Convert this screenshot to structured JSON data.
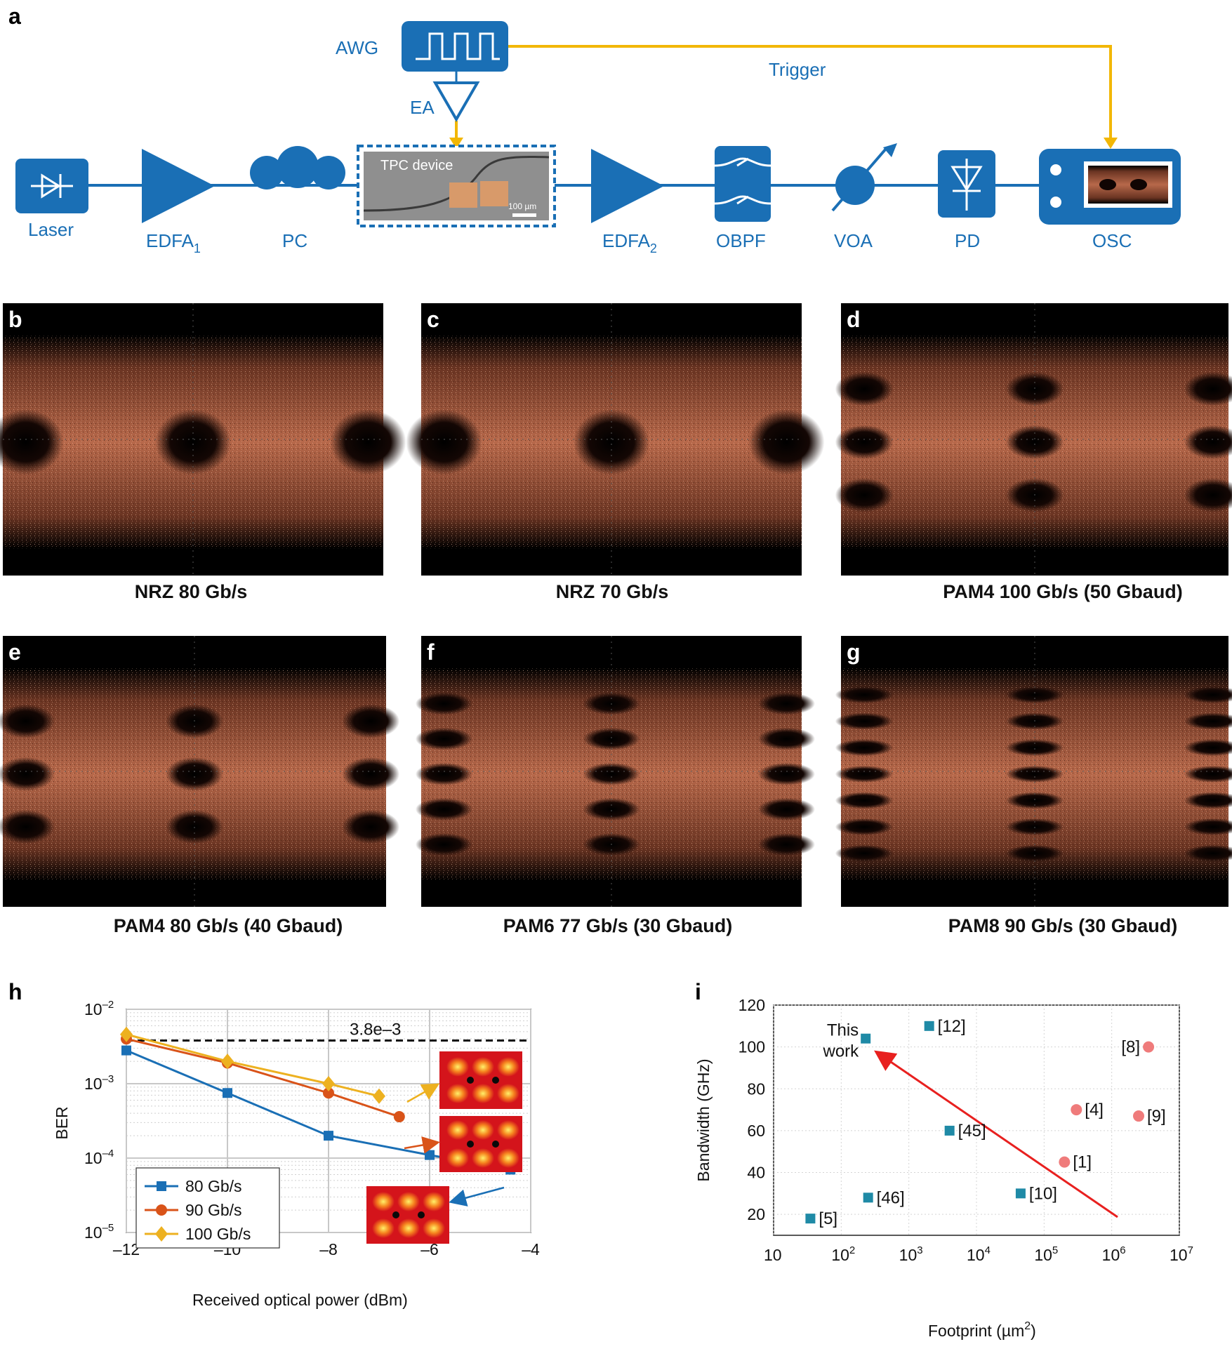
{
  "panel_a": {
    "letter": "a",
    "awg": "AWG",
    "ea": "EA",
    "trigger": "Trigger",
    "device_label": "TPC device",
    "scale_bar": "100 µm",
    "components": [
      "Laser",
      "EDFA",
      "PC",
      "EDFA",
      "OBPF",
      "VOA",
      "PD",
      "OSC"
    ],
    "edfa1_sub": "1",
    "edfa2_sub": "2",
    "colors": {
      "blue": "#1a6fb5",
      "yellow": "#f2b705"
    }
  },
  "eye_panels": [
    {
      "letter": "b",
      "caption": "NRZ 80 Gb/s",
      "levels": 2
    },
    {
      "letter": "c",
      "caption": "NRZ 70 Gb/s",
      "levels": 2
    },
    {
      "letter": "d",
      "caption": "PAM4  100 Gb/s (50 Gbaud)",
      "levels": 4
    },
    {
      "letter": "e",
      "caption": "PAM4  80 Gb/s (40 Gbaud)",
      "levels": 4
    },
    {
      "letter": "f",
      "caption": "PAM6  77 Gb/s (30 Gbaud)",
      "levels": 6
    },
    {
      "letter": "g",
      "caption": "PAM8  90 Gb/s (30 Gbaud)",
      "levels": 8
    }
  ],
  "chart_data": [
    {
      "letter": "h",
      "type": "line",
      "xlabel": "Received optical power (dBm)",
      "ylabel": "BER",
      "xlim": [
        -12,
        -4
      ],
      "ylim_log10": [
        -5,
        -2
      ],
      "y_scale": "log",
      "xticks": [
        "–12",
        "–10",
        "–8",
        "–6",
        "–4"
      ],
      "yticks": [
        {
          "base": "10",
          "exp": "–2"
        },
        {
          "base": "10",
          "exp": "–3"
        },
        {
          "base": "10",
          "exp": "–4"
        },
        {
          "base": "10",
          "exp": "–5"
        }
      ],
      "threshold": {
        "value": 0.0038,
        "label": "3.8e–3"
      },
      "legend_position": "bottom-left",
      "series": [
        {
          "name": "80 Gb/s",
          "color": "#1a6fb5",
          "marker": "square",
          "x": [
            -12,
            -10,
            -8,
            -6,
            -4.4
          ],
          "y": [
            0.0028,
            0.00075,
            0.0002,
            0.00011,
            7e-05
          ]
        },
        {
          "name": "90 Gb/s",
          "color": "#d95319",
          "marker": "circle",
          "x": [
            -12,
            -10,
            -8,
            -6.6
          ],
          "y": [
            0.004,
            0.0019,
            0.00075,
            0.00036
          ]
        },
        {
          "name": "100 Gb/s",
          "color": "#edb120",
          "marker": "diamond",
          "x": [
            -12,
            -10,
            -8,
            -7
          ],
          "y": [
            0.0046,
            0.002,
            0.001,
            0.00068
          ]
        }
      ],
      "grid": true
    },
    {
      "letter": "i",
      "type": "scatter",
      "xlabel": "Footprint (µm",
      "xlabel_sup": "2",
      "xlabel_close": ")",
      "ylabel": "Bandwidth (GHz)",
      "x_scale": "log",
      "xlim_log10": [
        1,
        7
      ],
      "ylim": [
        10,
        120
      ],
      "xticks": [
        {
          "base": "10",
          "exp": ""
        },
        {
          "base": "10",
          "exp": "2"
        },
        {
          "base": "10",
          "exp": "3"
        },
        {
          "base": "10",
          "exp": "4"
        },
        {
          "base": "10",
          "exp": "5"
        },
        {
          "base": "10",
          "exp": "6"
        },
        {
          "base": "10",
          "exp": "7"
        }
      ],
      "yticks": [
        20,
        40,
        60,
        80,
        100,
        120
      ],
      "grid": true,
      "arrow_color": "#e8201f",
      "series": [
        {
          "marker": "square",
          "color": "#1f8aa6",
          "points": [
            {
              "x": 230,
              "y": 104,
              "label": "This work"
            },
            {
              "x": 2000,
              "y": 110,
              "label": "[12]"
            },
            {
              "x": 4000,
              "y": 60,
              "label": "[45]"
            },
            {
              "x": 45000,
              "y": 30,
              "label": "[10]"
            },
            {
              "x": 250,
              "y": 28,
              "label": "[46]"
            },
            {
              "x": 35,
              "y": 18,
              "label": "[5]"
            }
          ]
        },
        {
          "marker": "circle",
          "color": "#ef7b7b",
          "points": [
            {
              "x": 3500000,
              "y": 100,
              "label": "[8]"
            },
            {
              "x": 300000,
              "y": 70,
              "label": "[4]"
            },
            {
              "x": 2500000,
              "y": 67,
              "label": "[9]"
            },
            {
              "x": 200000,
              "y": 45,
              "label": "[1]"
            }
          ]
        }
      ],
      "this_work_label": [
        "This",
        "work"
      ]
    }
  ]
}
